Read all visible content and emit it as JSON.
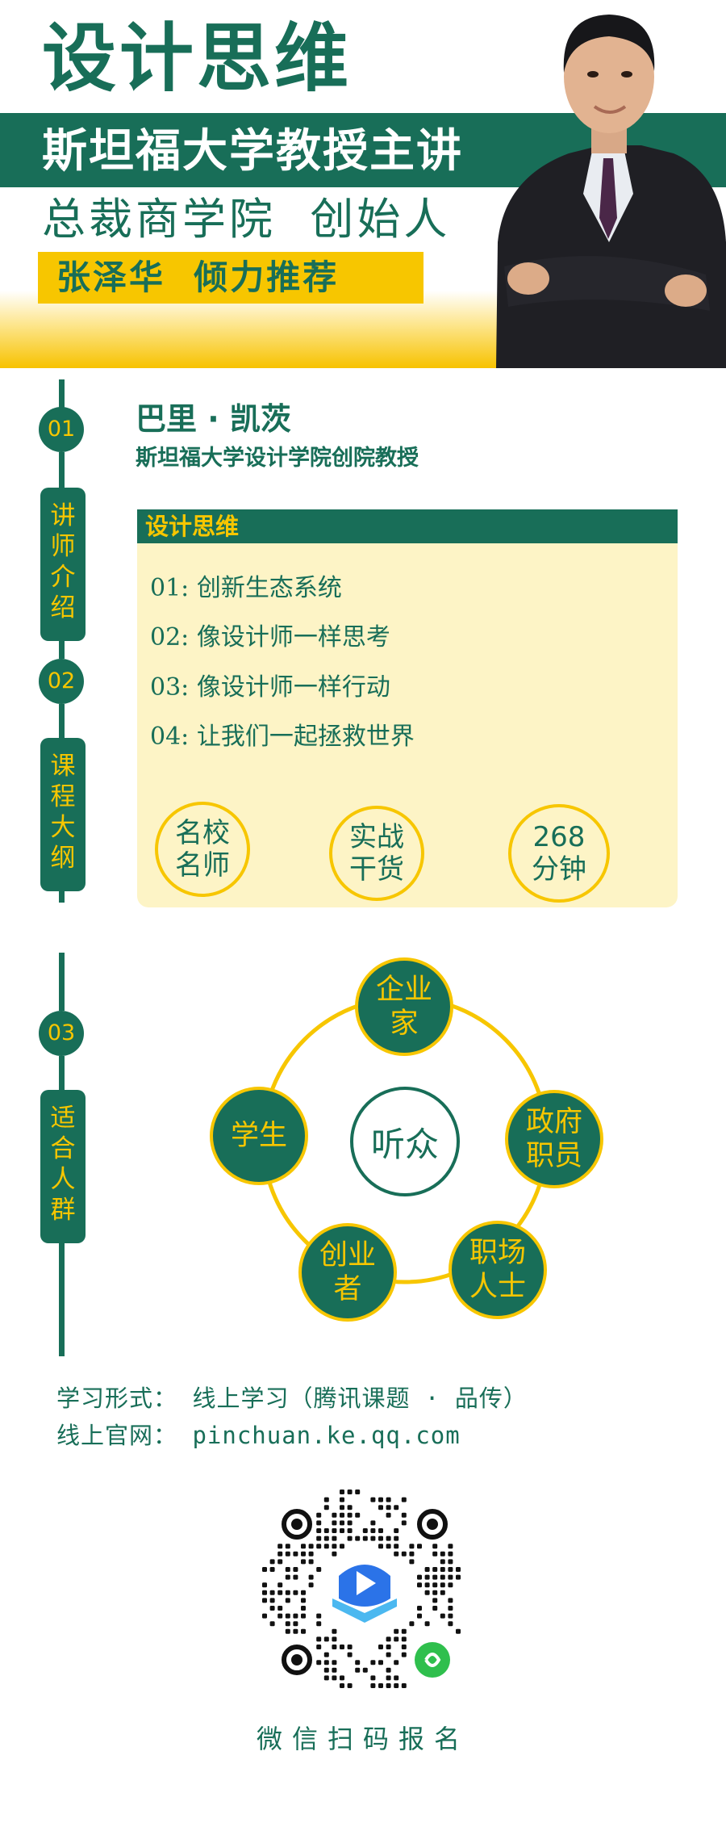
{
  "header": {
    "main_title": "设计思维",
    "banner": "斯坦福大学教授主讲",
    "subtitle": "总裁商学院  创始人",
    "recommend": "张泽华  倾力推荐"
  },
  "sections": [
    {
      "num": "01",
      "label": [
        "讲",
        "师",
        "介",
        "绍"
      ]
    },
    {
      "num": "02",
      "label": [
        "课",
        "程",
        "大",
        "纲"
      ]
    },
    {
      "num": "03",
      "label": [
        "适",
        "合",
        "人",
        "群"
      ]
    }
  ],
  "instructor": {
    "name": "巴里 · 凯茨",
    "title": "斯坦福大学设计学院创院教授"
  },
  "syllabus": {
    "heading": "设计思维",
    "items": [
      "01: 创新生态系统",
      "02: 像设计师一样思考",
      "03: 像设计师一样行动",
      "04: 让我们一起拯救世界"
    ],
    "highlights": [
      {
        "l1": "名校",
        "l2": "名师"
      },
      {
        "l1": "实战",
        "l2": "干货"
      },
      {
        "l1": "268",
        "l2": "分钟"
      }
    ]
  },
  "audience": {
    "center": "听众",
    "groups": [
      {
        "l1": "企业",
        "l2": "家"
      },
      {
        "l1": "政府",
        "l2": "职员"
      },
      {
        "l1": "职场",
        "l2": "人士"
      },
      {
        "l1": "创业",
        "l2": "者"
      },
      {
        "l1": "学生",
        "l2": ""
      }
    ]
  },
  "footer": {
    "study_form": "学习形式： 线上学习（腾讯课题 · 品传）",
    "website": "线上官网： pinchuan.ke.qq.com",
    "scan_label": "微信扫码报名"
  },
  "colors": {
    "green": "#186e58",
    "yellow": "#f7c600",
    "cream": "#fdf4c6"
  }
}
